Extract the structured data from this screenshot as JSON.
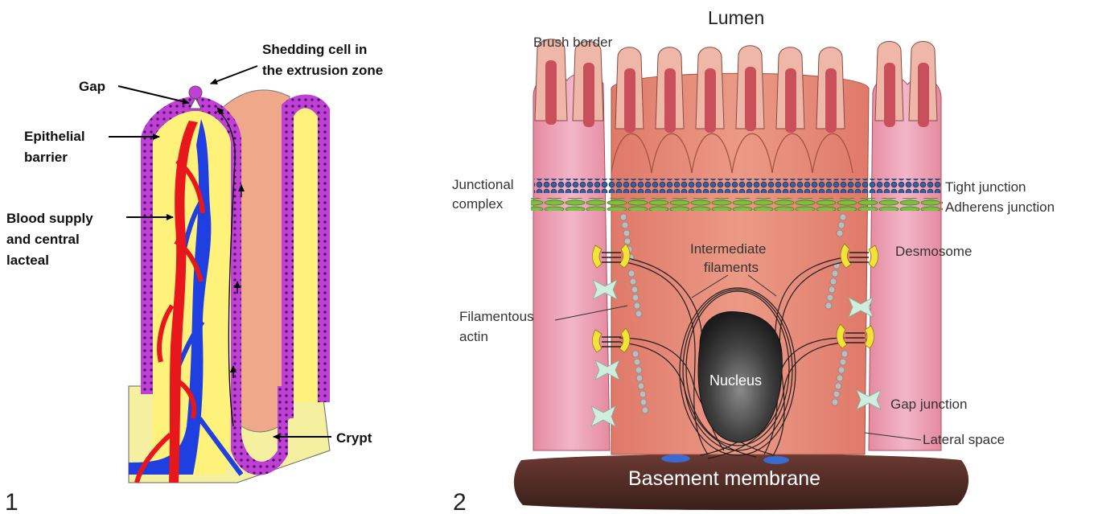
{
  "panel1": {
    "number": "1",
    "labels": {
      "shedding_line1": "Shedding cell in",
      "shedding_line2": "the extrusion zone",
      "gap": "Gap",
      "epithelial_line1": "Epithelial",
      "epithelial_line2": "barrier",
      "blood_line1": "Blood supply",
      "blood_line2": "and central",
      "blood_line3": "lacteal",
      "crypt": "Crypt"
    },
    "colors": {
      "epithelium": "#c23fd6",
      "villus_core": "#fff27a",
      "artery": "#e8171c",
      "vein": "#1f3fe0",
      "side_villus": "#f0a88a",
      "base": "#f5f0a0"
    }
  },
  "panel2": {
    "number": "2",
    "labels": {
      "lumen": "Lumen",
      "brush_border": "Brush border",
      "junctional_line1": "Junctional",
      "junctional_line2": "complex",
      "tight_junction": "Tight junction",
      "adherens_junction": "Adherens junction",
      "intermediate_line1": "Intermediate",
      "intermediate_line2": "filaments",
      "desmosome": "Desmosome",
      "filamentous_line1": "Filamentous",
      "filamentous_line2": "actin",
      "nucleus": "Nucleus",
      "gap_junction": "Gap junction",
      "lateral_space": "Lateral space",
      "basement_membrane": "Basement membrane"
    },
    "colors": {
      "cell_body": "#e58a78",
      "cell_side": "#e9a0b6",
      "microvilli": "#c9505a",
      "tight_junction": "#3a5fa0",
      "adherens_junction": "#6fae3a",
      "basement_membrane": "#4e2a24",
      "nucleus": "#3a3a3a",
      "desmosome": "#f4e23a",
      "gap_junction": "#cfeee0"
    }
  }
}
